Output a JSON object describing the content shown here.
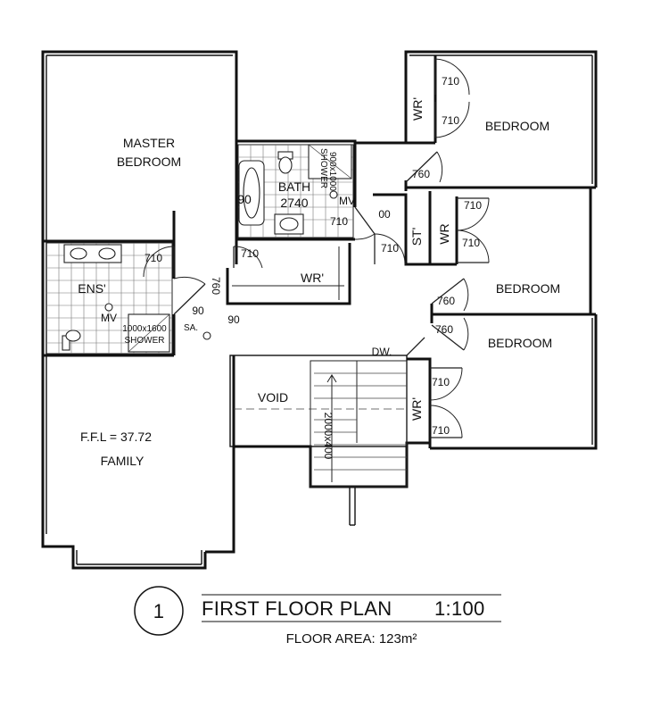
{
  "title": {
    "number": "1",
    "text": "FIRST FLOOR PLAN",
    "scale": "1:100",
    "area_label": "FLOOR AREA: 123m²"
  },
  "rooms": {
    "master_bedroom_1": "MASTER",
    "master_bedroom_2": "BEDROOM",
    "bath": "BATH",
    "bath_dim": "2740",
    "bedroom_1": "BEDROOM",
    "bedroom_2": "BEDROOM",
    "bedroom_3": "BEDROOM",
    "ens": "ENS'",
    "void": "VOID",
    "family": "FAMILY",
    "ffl": "F.F.L = 37.72",
    "wr_hall": "WR'",
    "wr_bed1": "WR'",
    "wr_bed2": "WR",
    "wr_bed3": "WR'",
    "st": "ST'",
    "stair_size": "2000x400",
    "dw": "DW.",
    "sa": "SA."
  },
  "fixtures": {
    "bath_shower_1": "900x1000",
    "bath_shower_2": "SHOWER",
    "bath_mv": "MV",
    "ens_mv": "MV",
    "ens_shower_1": "1000x1600",
    "ens_shower_2": "SHOWER"
  },
  "dimensions": {
    "d710_bed1_top": "710",
    "d710_bed1_bottom": "710",
    "d760_bed1": "760",
    "d710_bath": "710",
    "d90_bath": "90",
    "d710_st_left": "710",
    "d710_st_right": "710",
    "d710_wr_top": "710",
    "d00_st": "00",
    "d710_wr_hall": "710",
    "d710_ens": "710",
    "d760_ens": "760",
    "d90_ens": "90",
    "d90_hall": "90",
    "d760_bed2": "760",
    "d760_bed3": "760",
    "d710_bed3_top": "710",
    "d710_bed3_bottom": "710"
  }
}
